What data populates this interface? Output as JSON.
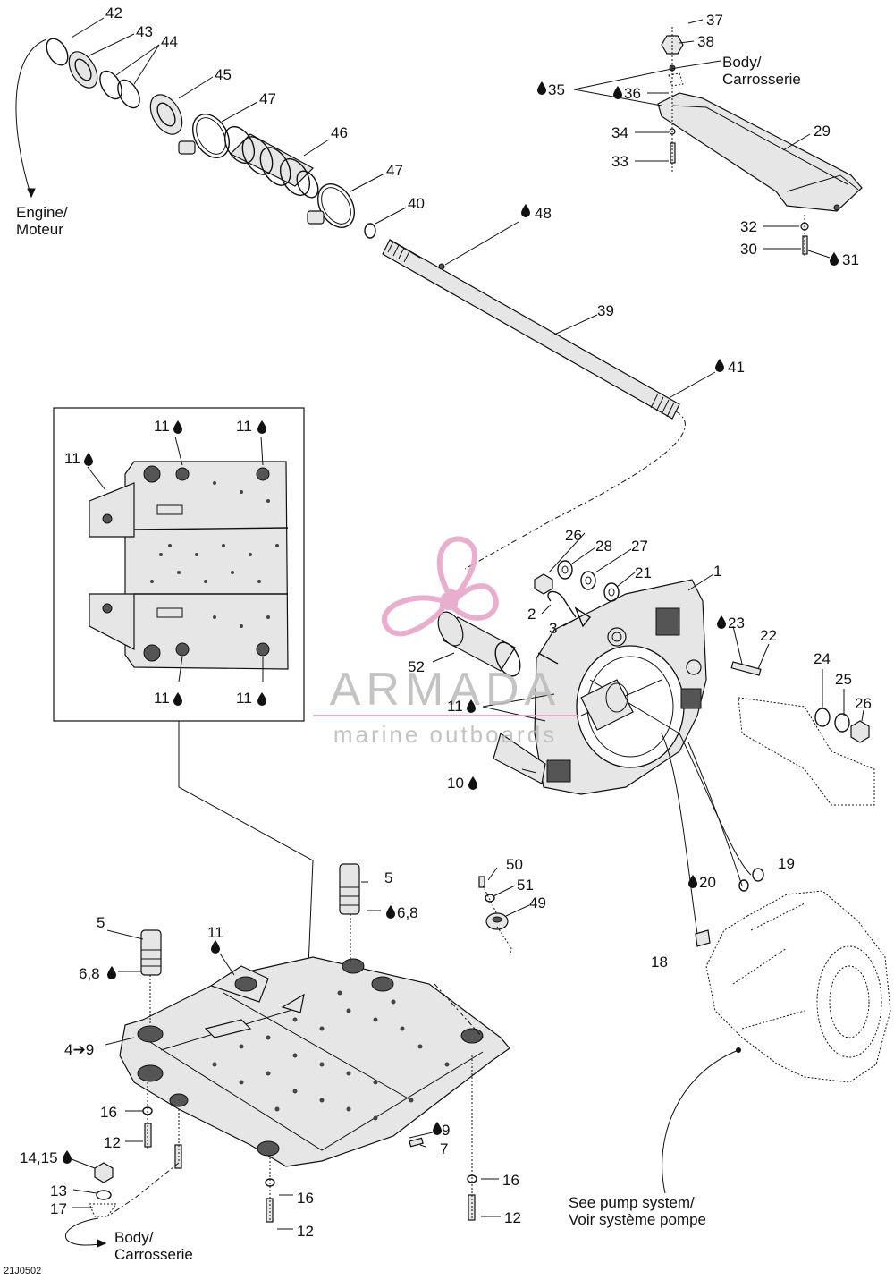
{
  "callouts": {
    "c1": "1",
    "c2": "2",
    "c3": "3",
    "c4": "4➔9",
    "c5a": "5",
    "c5b": "5",
    "c68a": "6,8",
    "c68b": "6,8",
    "c7": "7",
    "c9": "9",
    "c10": "10",
    "c11_top1": "11",
    "c11_top2": "11",
    "c11_left": "11",
    "c11_bot1": "11",
    "c11_bot2": "11",
    "c11_jet": "11",
    "c11_plate": "11",
    "c12a": "12",
    "c12b": "12",
    "c12c": "12",
    "c1415": "14,15",
    "c13": "13",
    "c16a": "16",
    "c16b": "16",
    "c16c": "16",
    "c17": "17",
    "c18": "18",
    "c19": "19",
    "c20": "20",
    "c21": "21",
    "c22": "22",
    "c23": "23",
    "c24": "24",
    "c25": "25",
    "c26a": "26",
    "c26b": "26",
    "c27": "27",
    "c28": "28",
    "c29": "29",
    "c30": "30",
    "c31": "31",
    "c32": "32",
    "c33": "33",
    "c34": "34",
    "c35": "35",
    "c36": "36",
    "c37": "37",
    "c38": "38",
    "c39": "39",
    "c40": "40",
    "c41": "41",
    "c42": "42",
    "c43": "43",
    "c44": "44",
    "c45": "45",
    "c46": "46",
    "c47a": "47",
    "c47b": "47",
    "c48": "48",
    "c49": "49",
    "c50": "50",
    "c51": "51",
    "c52": "52"
  },
  "notes": {
    "engine_1": "Engine/",
    "engine_2": "Moteur",
    "body_top_1": "Body/",
    "body_top_2": "Carrosserie",
    "body_bottom_1": "Body/",
    "body_bottom_2": "Carrosserie",
    "pump_1": "See pump system/",
    "pump_2": "Voir système pompe",
    "diagram_code": "21J0502"
  },
  "watermark": {
    "brand": "ARMADA",
    "tagline": "marine outboards",
    "color": "#e7a6c8"
  }
}
